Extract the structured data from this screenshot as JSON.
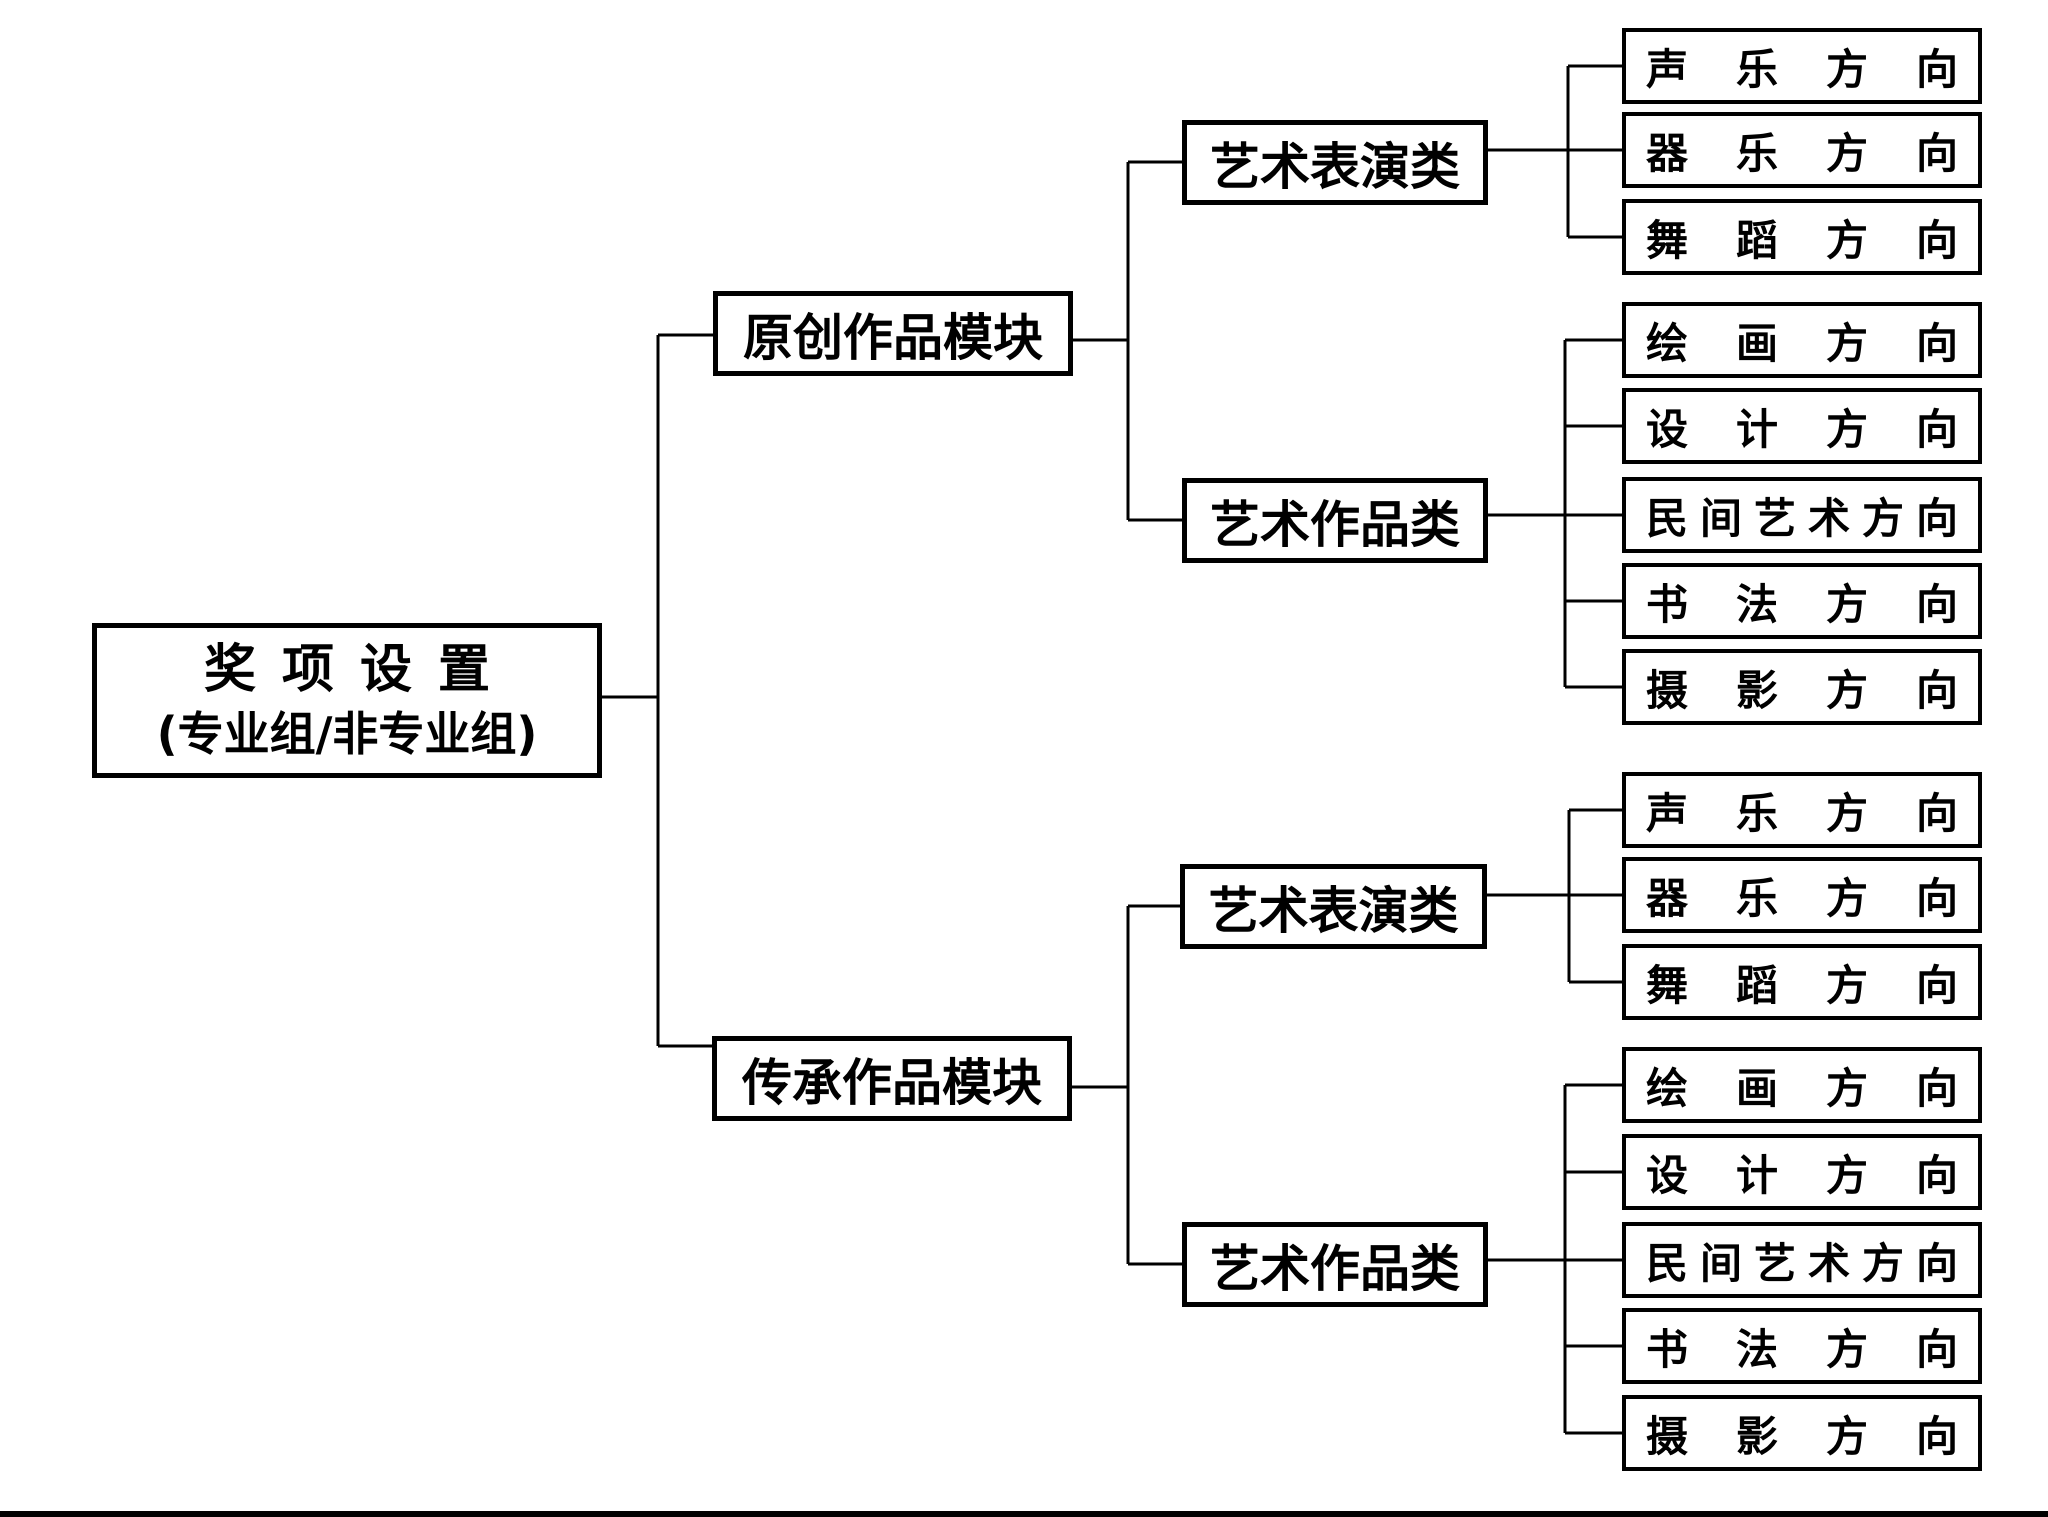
{
  "root": {
    "title": "奖项设置",
    "subtitle": "(专业组/非专业组)"
  },
  "modules": [
    {
      "label": "原创作品模块",
      "categories": [
        {
          "label": "艺术表演类",
          "directions": [
            "声乐方向",
            "器乐方向",
            "舞蹈方向"
          ]
        },
        {
          "label": "艺术作品类",
          "directions": [
            "绘画方向",
            "设计方向",
            "民间艺术方向",
            "书法方向",
            "摄影方向"
          ]
        }
      ]
    },
    {
      "label": "传承作品模块",
      "categories": [
        {
          "label": "艺术表演类",
          "directions": [
            "声乐方向",
            "器乐方向",
            "舞蹈方向"
          ]
        },
        {
          "label": "艺术作品类",
          "directions": [
            "绘画方向",
            "设计方向",
            "民间艺术方向",
            "书法方向",
            "摄影方向"
          ]
        }
      ]
    }
  ],
  "colors": {
    "line": "#000000",
    "background": "#ffffff",
    "text": "#000000"
  }
}
